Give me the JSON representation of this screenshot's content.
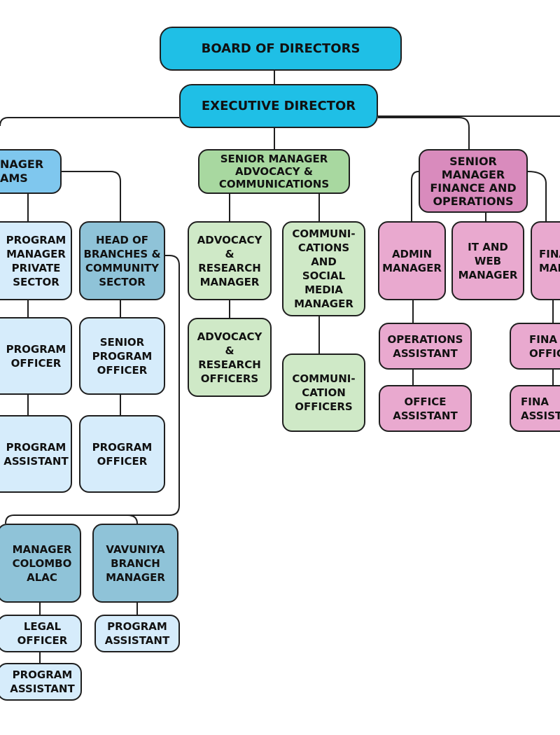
{
  "colors": {
    "board": "#1fbfe6",
    "programs_manager": "#7fc7ee",
    "head_branches": "#8fc3d8",
    "program_staff": "#d6ecfb",
    "advocacy_manager": "#a8d8a0",
    "advocacy_staff": "#cfe9c7",
    "finance_manager": "#d98bbd",
    "finance_staff": "#e9a9cf",
    "line": "#1f1f1f"
  },
  "nodes": {
    "board": "BOARD OF DIRECTORS",
    "executive": "EXECUTIVE DIRECTOR",
    "programs_manager": "NAGER\nAMS",
    "pm_private": "PROGRAM\nMANAGER\nPRIVATE\nSECTOR",
    "program_officer_left": "PROGRAM\nOFFICER",
    "program_assistant_left": "PROGRAM\nASSISTANT",
    "head_branches": "HEAD OF\nBRANCHES &\nCOMMUNITY\nSECTOR",
    "senior_program_officer": "SENIOR\nPROGRAM\nOFFICER",
    "program_officer_right": "PROGRAM\nOFFICER",
    "manager_colombo": "MANAGER\nCOLOMBO\nALAC",
    "vavuniya_manager": "VAVUNIYA\nBRANCH\nMANAGER",
    "legal_officer": "LEGAL\nOFFICER",
    "program_assistant_colombo": "PROGRAM\nASSISTANT",
    "program_assistant_vavuniya": "PROGRAM\nASSISTANT",
    "senior_advocacy": "SENIOR MANAGER\nADVOCACY &\nCOMMUNICATIONS",
    "advocacy_manager": "ADVOCACY\n&\nRESEARCH\nMANAGER",
    "advocacy_officers": "ADVOCACY\n&\nRESEARCH\nOFFICERS",
    "comms_manager": "COMMUNI-\nCATIONS\nAND\nSOCIAL\nMEDIA\nMANAGER",
    "comms_officers": "COMMUNI-\nCATION\nOFFICERS",
    "senior_finance": "SENIOR\nMANAGER\nFINANCE AND\nOPERATIONS",
    "admin_manager": "ADMIN\nMANAGER",
    "it_web_manager": "IT AND\nWEB\nMANAGER",
    "finance_manager": "FINA\nMAN",
    "operations_assistant": "OPERATIONS\nASSISTANT",
    "office_assistant": "OFFICE\nASSISTANT",
    "finance_officer": "FINA\nOFFIC",
    "finance_assistant": "FINA\nASSIST"
  }
}
